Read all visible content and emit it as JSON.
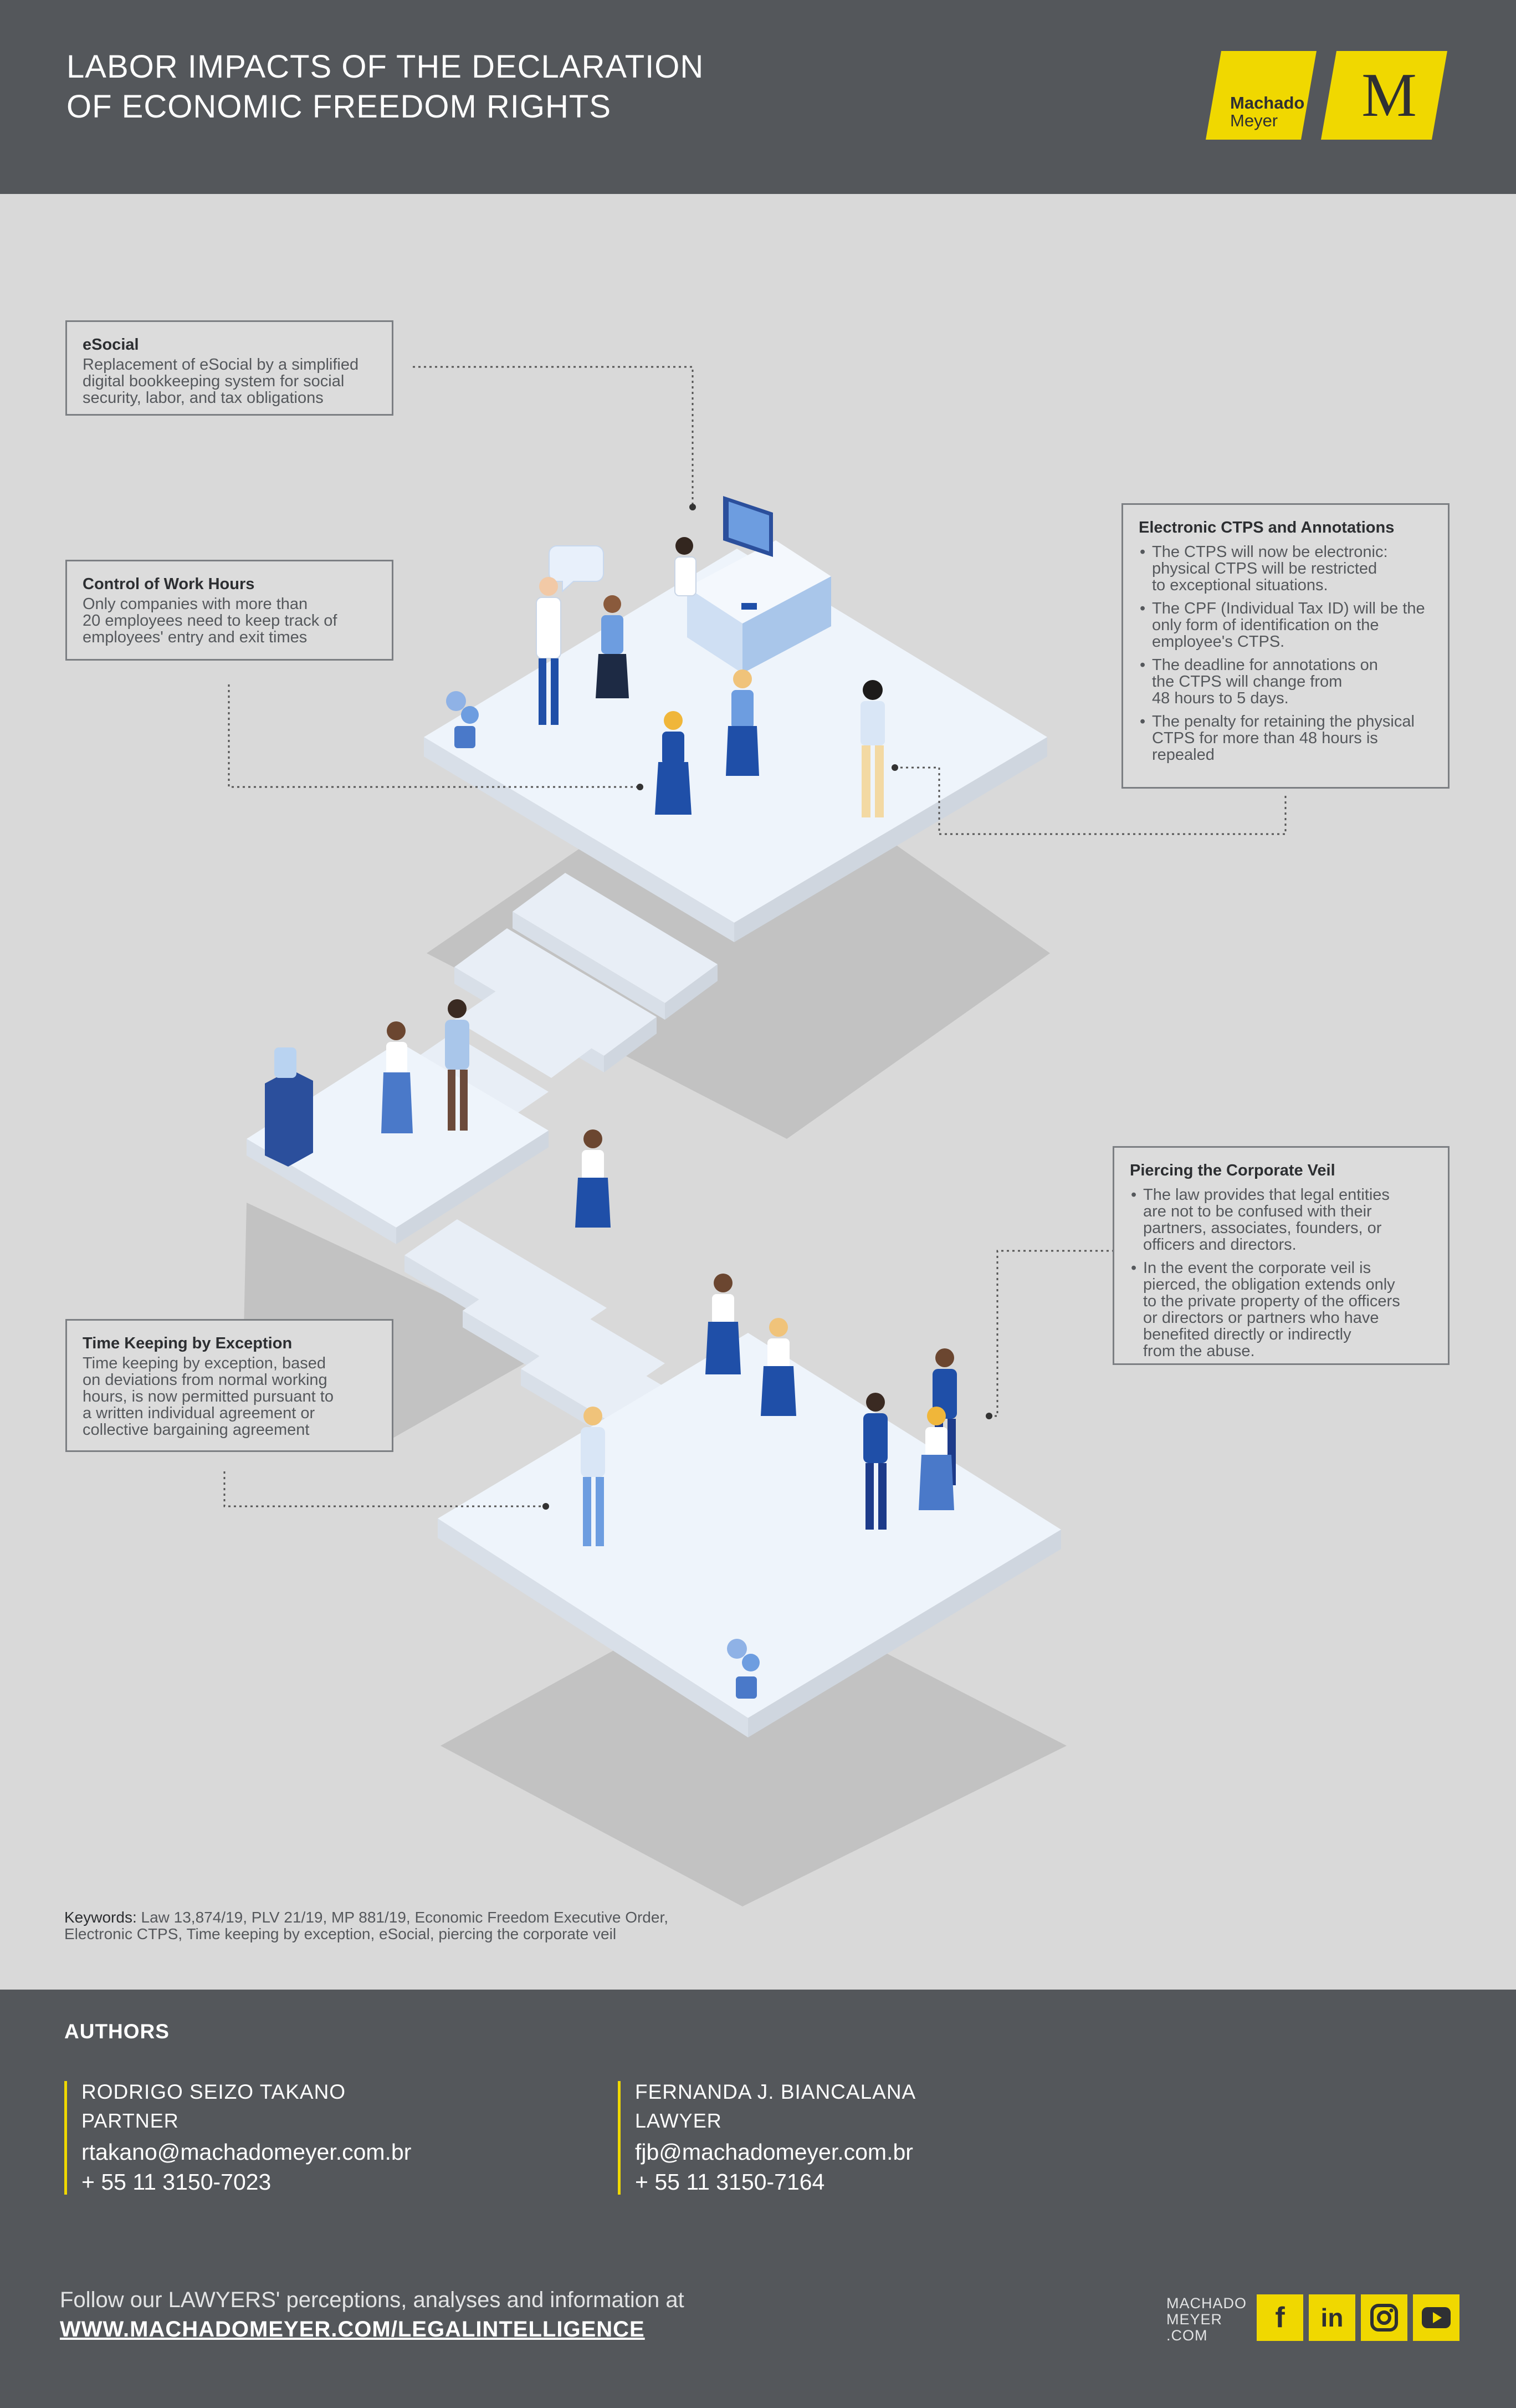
{
  "header": {
    "title": "LABOR IMPACTS OF THE DECLARATION\nOF ECONOMIC FREEDOM RIGHTS",
    "logo": {
      "line1": "Machado",
      "line2": "Meyer",
      "mark": "M"
    }
  },
  "callouts": {
    "esocial": {
      "title": "eSocial",
      "lines": [
        "Replacement of eSocial by a simplified",
        "digital bookkeeping system for social",
        "security, labor, and tax obligations"
      ]
    },
    "work_hours": {
      "title": "Control of Work Hours",
      "lines": [
        "Only companies with more than",
        "20 employees need to keep track of",
        "employees' entry and exit times"
      ]
    },
    "ctps": {
      "title": "Electronic CTPS and Annotations",
      "items": [
        [
          "The CTPS will now be electronic:",
          "physical CTPS will be restricted",
          "to exceptional situations."
        ],
        [
          "The CPF (Individual Tax ID) will be the",
          "only form of identification on the",
          "employee's CTPS."
        ],
        [
          "The deadline for annotations on",
          "the CTPS will change from",
          "48 hours to 5 days."
        ],
        [
          "The penalty for retaining the physical",
          "CTPS for more than 48 hours is repealed"
        ]
      ]
    },
    "veil": {
      "title": "Piercing the Corporate Veil",
      "items": [
        [
          "The law provides that legal entities",
          "are not to be confused with their",
          "partners, associates, founders, or",
          "officers and directors."
        ],
        [
          "In the event the corporate veil is",
          "pierced, the obligation extends only",
          "to the private property of the officers",
          "or directors or partners who have",
          "benefited directly or indirectly",
          "from the abuse."
        ]
      ]
    },
    "timekeeping": {
      "title": "Time Keeping by Exception",
      "lines": [
        "Time keeping by exception, based",
        "on deviations from normal working",
        "hours, is now permitted pursuant to",
        "a written individual agreement or",
        "collective bargaining agreement"
      ]
    }
  },
  "keywords": {
    "label": "Keywords:",
    "text": " Law 13,874/19, PLV 21/19, MP 881/19, Economic Freedom Executive Order,",
    "text2": "Electronic CTPS, Time keeping by exception, eSocial, piercing the corporate veil"
  },
  "authors": {
    "title": "AUTHORS",
    "list": [
      {
        "name": "RODRIGO SEIZO TAKANO",
        "role": "PARTNER",
        "email": "rtakano@machadomeyer.com.br",
        "phone": "+ 55 11 3150-7023"
      },
      {
        "name": "FERNANDA J. BIANCALANA",
        "role": "LAWYER",
        "email": "fjb@machadomeyer.com.br",
        "phone": "+ 55 11 3150-7164"
      }
    ]
  },
  "footer": {
    "follow": "Follow our LAWYERS' perceptions, analyses and information at",
    "link": "WWW.MACHADOMEYER.COM/LEGALINTELLIGENCE",
    "site": "MACHADO\nMEYER\n.COM",
    "social": [
      {
        "icon": "facebook-icon",
        "glyph": "f"
      },
      {
        "icon": "linkedin-icon",
        "glyph": "in"
      },
      {
        "icon": "instagram-icon",
        "glyph": ""
      },
      {
        "icon": "youtube-icon",
        "glyph": ""
      }
    ]
  },
  "colors": {
    "header": "#54575b",
    "background": "#d9d9d9",
    "accent": "#f0d800",
    "platform": "#eef4fb",
    "figure_blue": "#1f4fa8"
  }
}
